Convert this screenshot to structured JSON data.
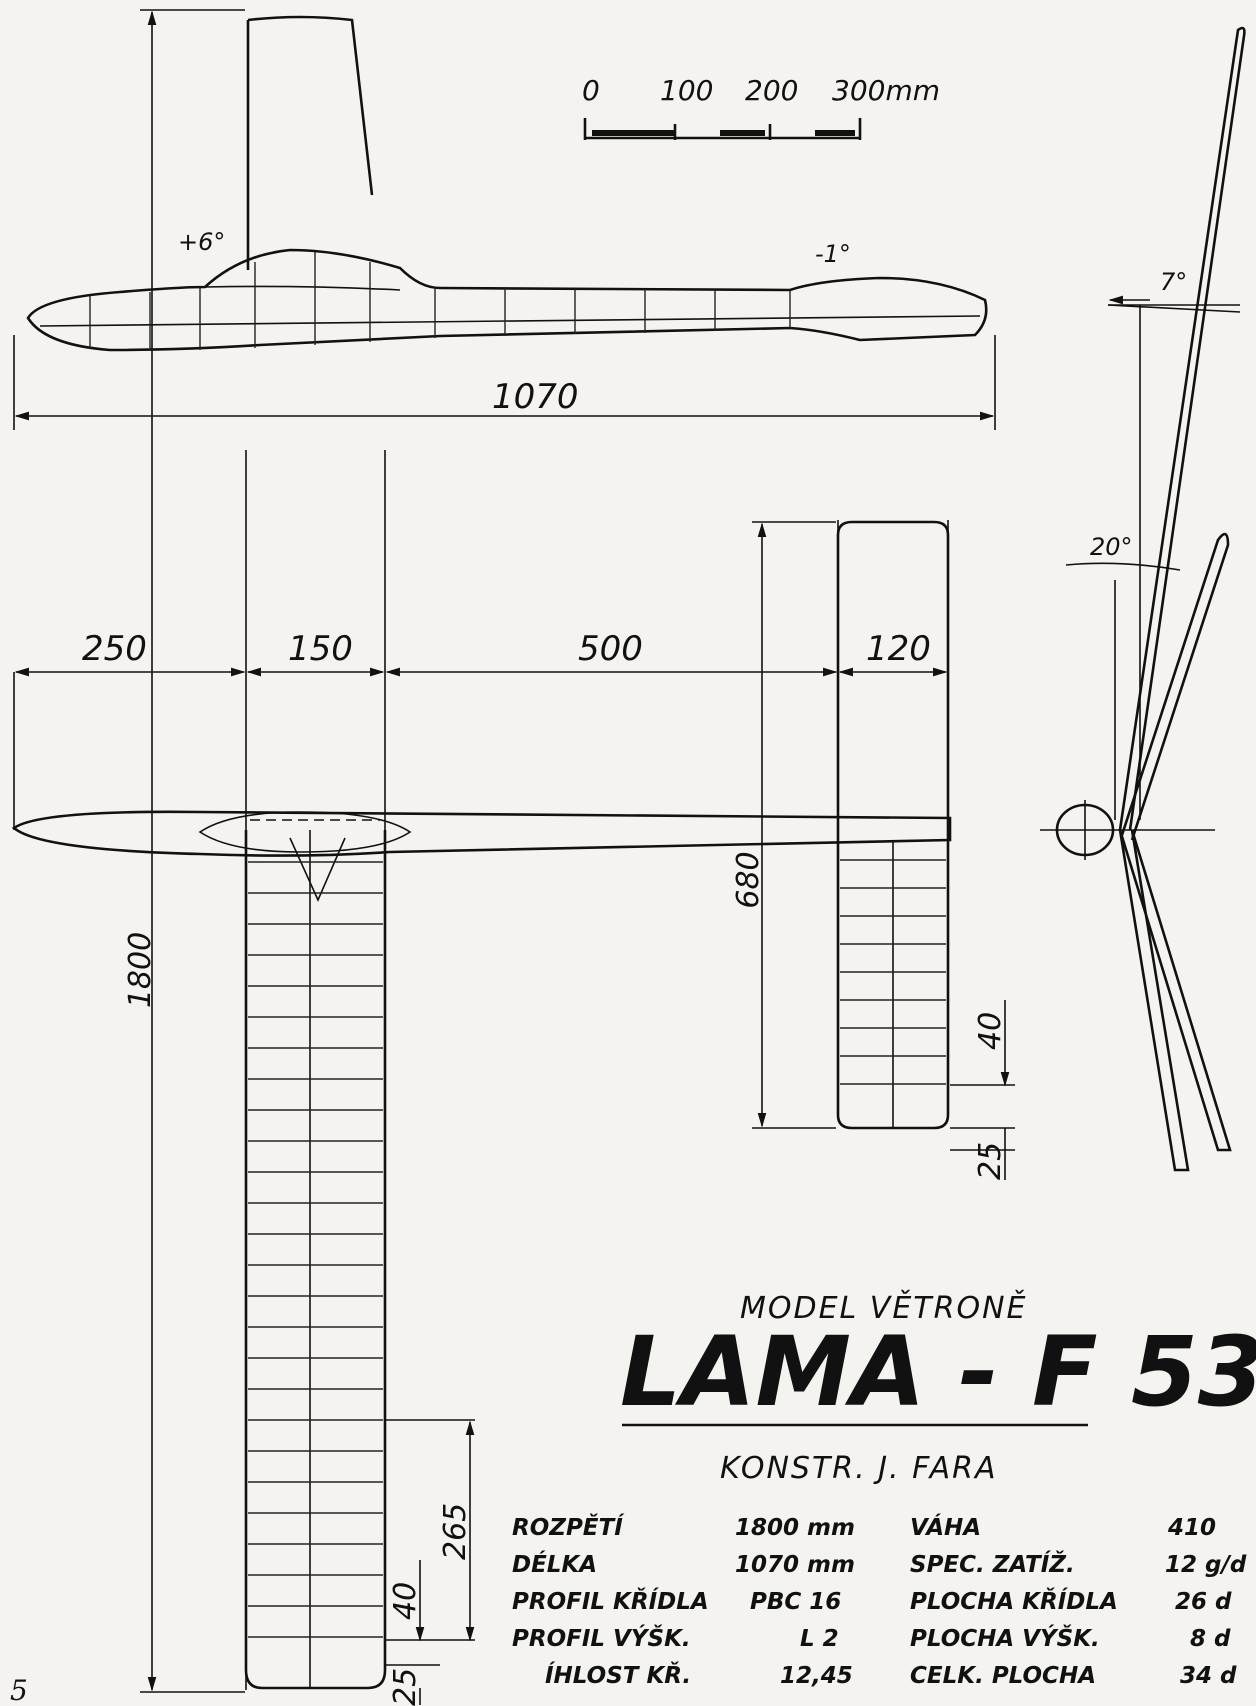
{
  "scale_bar": {
    "ticks": [
      "0",
      "100",
      "200"
    ],
    "end_label": "300mm"
  },
  "side_view": {
    "length": "1070",
    "wing_incidence": "+6°",
    "stab_incidence": "-1°"
  },
  "front_view": {
    "fin_angle": "7°",
    "dihedral": "20°"
  },
  "top_view": {
    "dims": [
      "250",
      "150",
      "500",
      "120"
    ],
    "span": "1800",
    "stab_span": "680",
    "stab_tip_a": "40",
    "stab_tip_b": "25",
    "wing_tip_len": "265",
    "wing_tip_a": "40",
    "wing_tip_b": "25"
  },
  "title_block": {
    "subtitle": "MODEL VĚTRONĚ",
    "title": "LAMA - F 53",
    "author": "KONSTR.   J. FARA"
  },
  "specs_left": [
    {
      "label": "ROZPĚTÍ",
      "value": "1800 mm"
    },
    {
      "label": "DÉLKA",
      "value": "1070 mm"
    },
    {
      "label": "PROFIL KŘÍDLA",
      "value": "PBC 16"
    },
    {
      "label": "PROFIL VÝŠK.",
      "value": "L 2"
    },
    {
      "label": "ÍHLOST KŘ.",
      "value": "12,45"
    }
  ],
  "specs_right": [
    {
      "label": "VÁHA",
      "value": "410"
    },
    {
      "label": "SPEC. ZATÍŽ.",
      "value": "12 g/d"
    },
    {
      "label": "PLOCHA KŘÍDLA",
      "value": "26 d"
    },
    {
      "label": "PLOCHA VÝŠK.",
      "value": "8 d"
    },
    {
      "label": "CELK. PLOCHA",
      "value": "34 d"
    }
  ],
  "page_number": "5"
}
